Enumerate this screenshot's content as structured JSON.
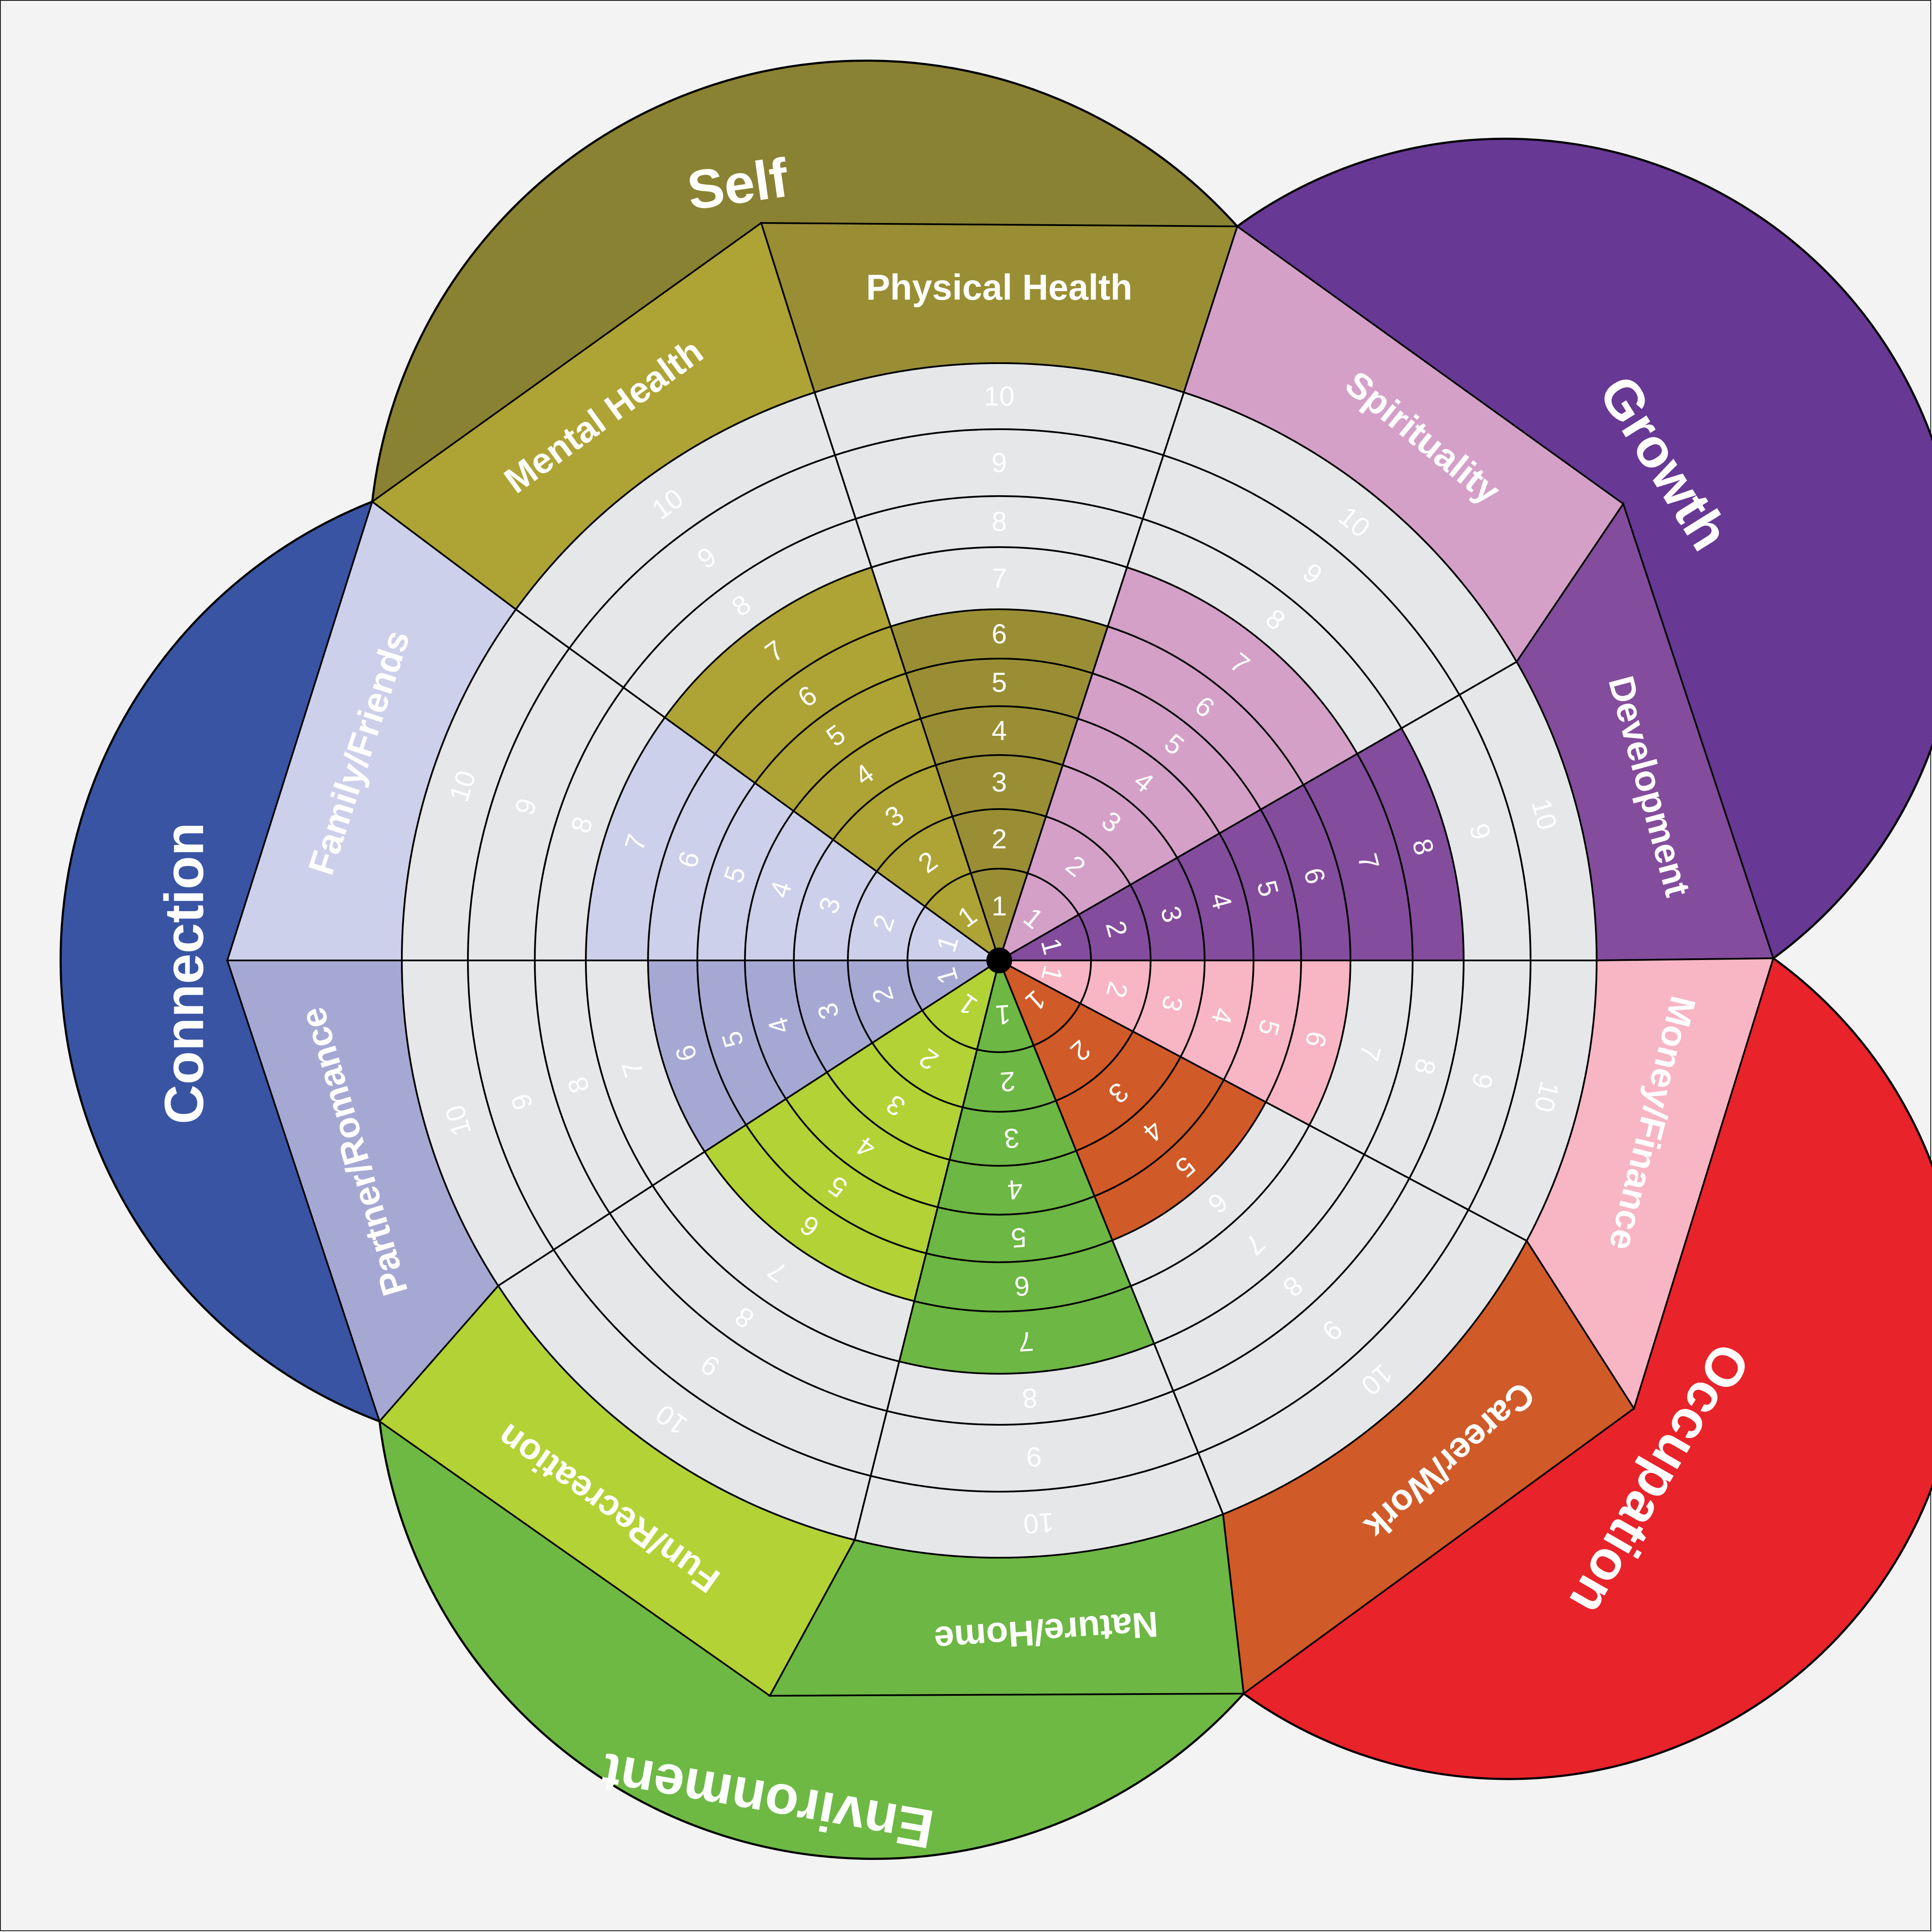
{
  "chart_data": {
    "type": "radial-bar",
    "title": "",
    "scale": {
      "min": 1,
      "max": 10,
      "ring_labels": [
        "1",
        "2",
        "3",
        "4",
        "5",
        "6",
        "7",
        "8",
        "9",
        "10"
      ]
    },
    "empty_color": "#e6e7e9",
    "domains": [
      {
        "name": "Self",
        "color": "#8a8233",
        "categories": [
          "Mental Health",
          "Physical Health"
        ]
      },
      {
        "name": "Growth",
        "color": "#673894",
        "categories": [
          "Spirituality",
          "Development"
        ]
      },
      {
        "name": "Occupation",
        "color": "#e8232a",
        "categories": [
          "Money/Finance",
          "Career/Work"
        ]
      },
      {
        "name": "Environment",
        "color": "#6db944",
        "categories": [
          "Nature/Home",
          "Fun/Recreation"
        ]
      },
      {
        "name": "Connection",
        "color": "#3954a3",
        "categories": [
          "Partner/Romance",
          "Family/Friends"
        ]
      }
    ],
    "categories": [
      {
        "name": "Development",
        "domain": "Growth",
        "score": 8,
        "color": "#844c9d"
      },
      {
        "name": "Money/Finance",
        "domain": "Occupation",
        "score": 6,
        "color": "#f8b5c3"
      },
      {
        "name": "Career/Work",
        "domain": "Occupation",
        "score": 5,
        "color": "#d05a28"
      },
      {
        "name": "Nature/Home",
        "domain": "Environment",
        "score": 7,
        "color": "#6db744"
      },
      {
        "name": "Fun/Recreation",
        "domain": "Environment",
        "score": 6,
        "color": "#b2d235"
      },
      {
        "name": "Partner/Romance",
        "domain": "Connection",
        "score": 6,
        "color": "#a6a8d4"
      },
      {
        "name": "Family/Friends",
        "domain": "Connection",
        "score": 7,
        "color": "#cdd0ea"
      },
      {
        "name": "Mental Health",
        "domain": "Self",
        "score": 7,
        "color": "#aea335"
      },
      {
        "name": "Physical Health",
        "domain": "Self",
        "score": 6,
        "color": "#9a8e35"
      },
      {
        "name": "Spirituality",
        "domain": "Growth",
        "score": 7,
        "color": "#d4a0c8"
      }
    ]
  }
}
